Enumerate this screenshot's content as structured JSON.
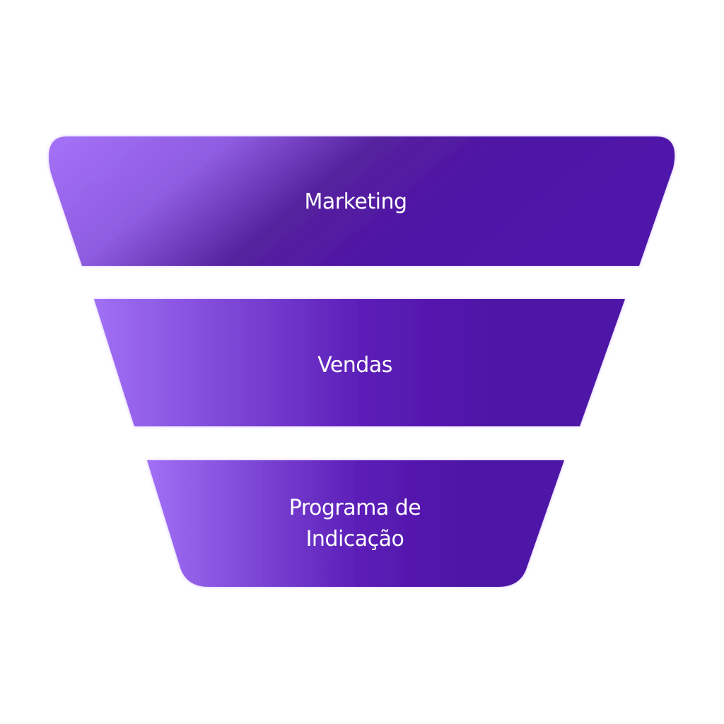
{
  "diagram": {
    "type": "funnel",
    "stages": [
      {
        "label": "Marketing"
      },
      {
        "label": "Vendas"
      },
      {
        "label_line1": "Programa de",
        "label_line2": "Indicação"
      }
    ],
    "colors": {
      "gradient_start": "#a572f7",
      "gradient_end": "#4e12a6",
      "text": "#ffffff"
    }
  }
}
